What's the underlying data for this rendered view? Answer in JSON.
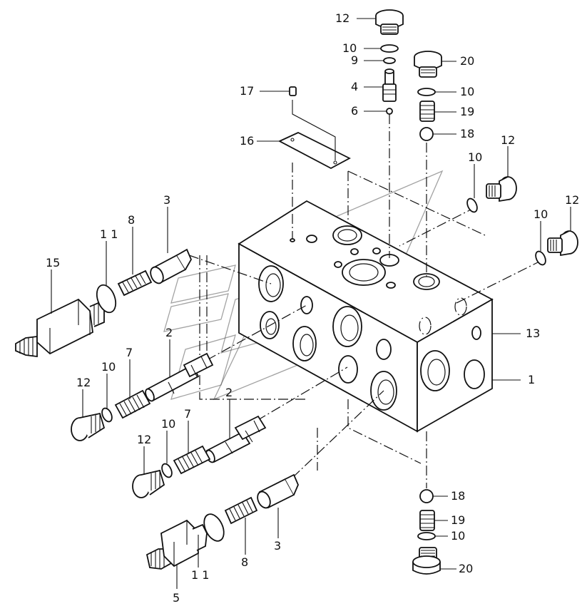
{
  "diagram": {
    "callouts": [
      {
        "id": "c12a",
        "text": "12"
      },
      {
        "id": "c10a",
        "text": "10"
      },
      {
        "id": "c9",
        "text": "9"
      },
      {
        "id": "c4",
        "text": "4"
      },
      {
        "id": "c6",
        "text": "6"
      },
      {
        "id": "c20a",
        "text": "20"
      },
      {
        "id": "c10b",
        "text": "10"
      },
      {
        "id": "c19a",
        "text": "19"
      },
      {
        "id": "c18a",
        "text": "18"
      },
      {
        "id": "c17",
        "text": "17"
      },
      {
        "id": "c16",
        "text": "16"
      },
      {
        "id": "c10c",
        "text": "10"
      },
      {
        "id": "c12b",
        "text": "12"
      },
      {
        "id": "c10d",
        "text": "10"
      },
      {
        "id": "c12c",
        "text": "12"
      },
      {
        "id": "c3a",
        "text": "3"
      },
      {
        "id": "c8a",
        "text": "8"
      },
      {
        "id": "c11a",
        "text": "1 1"
      },
      {
        "id": "c15",
        "text": "15"
      },
      {
        "id": "c13",
        "text": "13"
      },
      {
        "id": "c1",
        "text": "1"
      },
      {
        "id": "c2a",
        "text": "2"
      },
      {
        "id": "c7a",
        "text": "7"
      },
      {
        "id": "c10e",
        "text": "10"
      },
      {
        "id": "c12d",
        "text": "12"
      },
      {
        "id": "c2b",
        "text": "2"
      },
      {
        "id": "c7b",
        "text": "7"
      },
      {
        "id": "c10f",
        "text": "10"
      },
      {
        "id": "c12e",
        "text": "12"
      },
      {
        "id": "c18b",
        "text": "18"
      },
      {
        "id": "c19b",
        "text": "19"
      },
      {
        "id": "c10g",
        "text": "10"
      },
      {
        "id": "c20b",
        "text": "20"
      },
      {
        "id": "c3b",
        "text": "3"
      },
      {
        "id": "c8b",
        "text": "8"
      },
      {
        "id": "c11b",
        "text": "1 1"
      },
      {
        "id": "c5",
        "text": "5"
      }
    ]
  }
}
